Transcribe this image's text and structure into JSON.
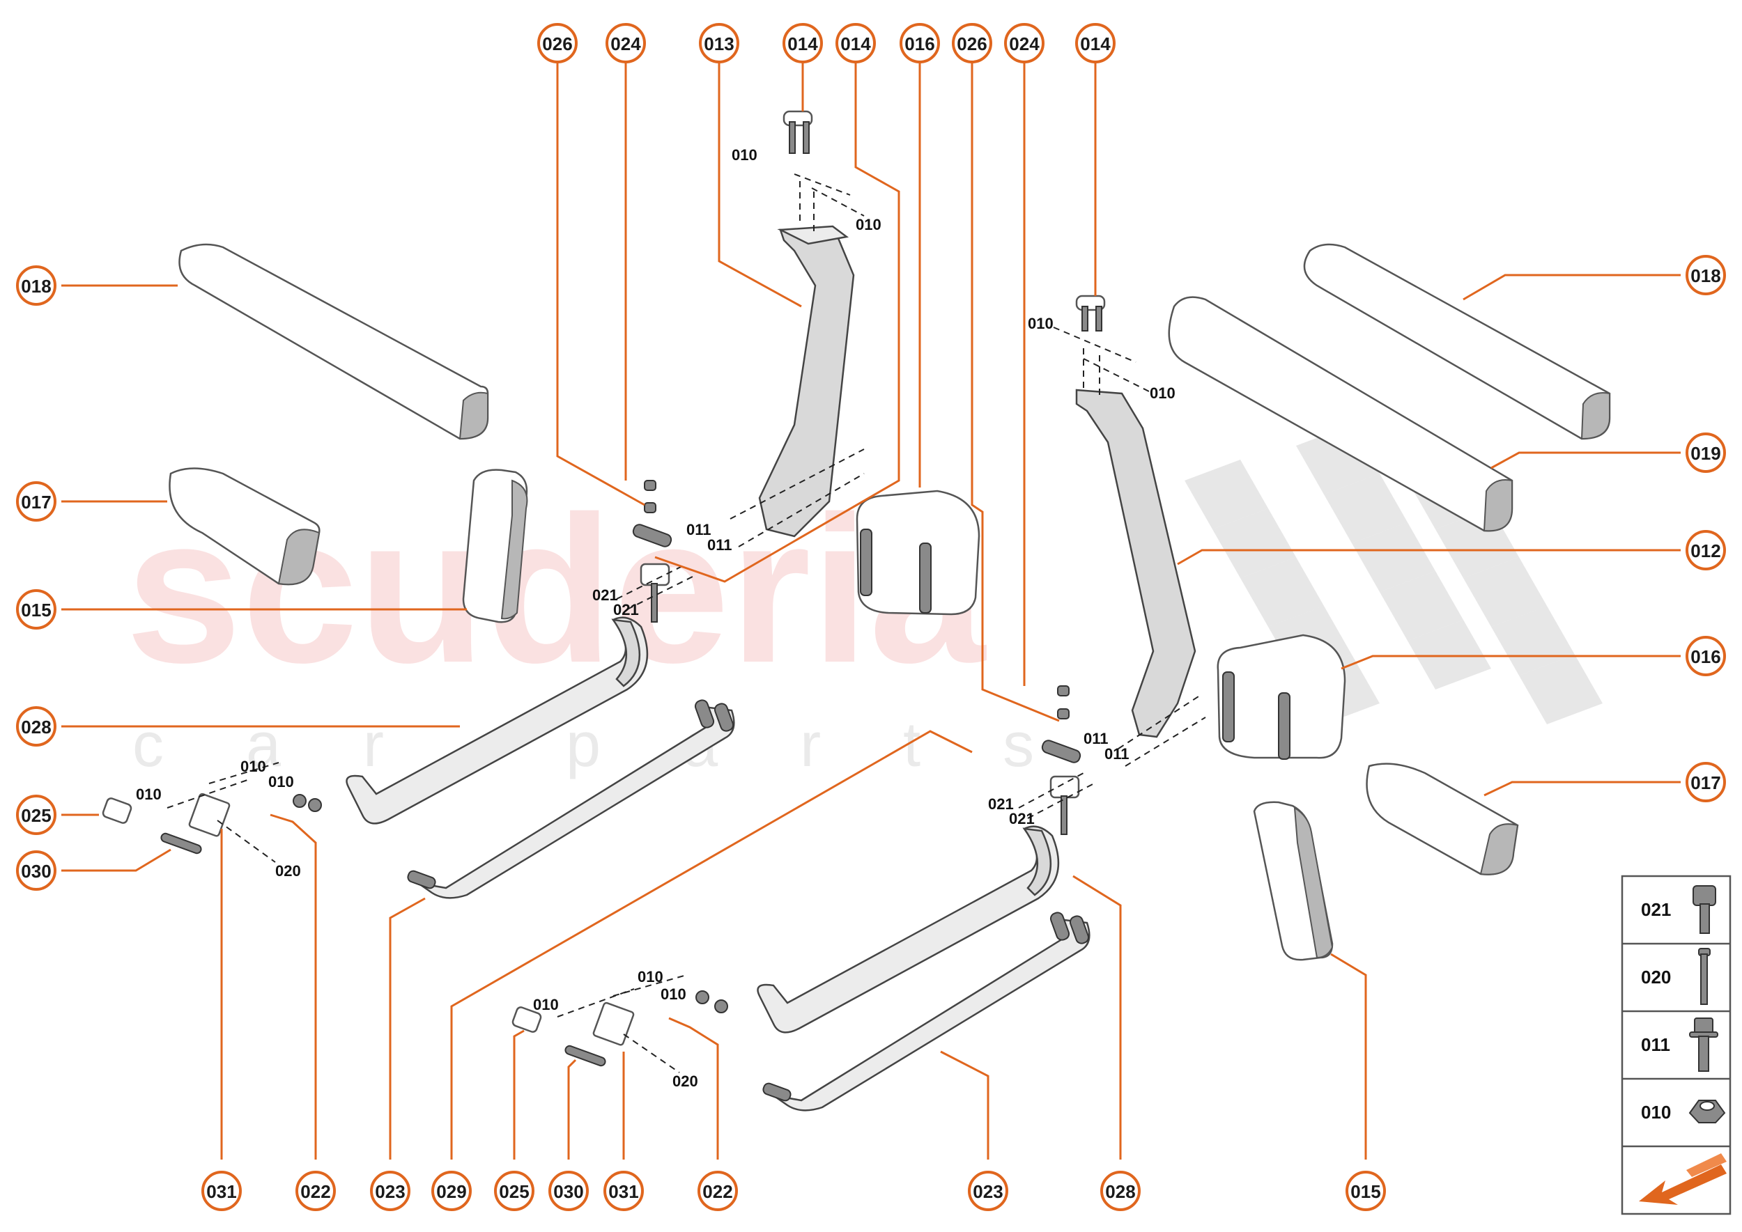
{
  "watermark": {
    "brand": "scuderia",
    "tagline": "car parts"
  },
  "colors": {
    "accent": "#e0661e",
    "part_fill": "#ffffff",
    "metal": "#8a8a8a"
  },
  "callouts": {
    "top": [
      "026",
      "024",
      "013",
      "014",
      "014",
      "016",
      "026",
      "024",
      "014"
    ],
    "left": [
      "018",
      "017",
      "015",
      "028",
      "025",
      "030"
    ],
    "right": [
      "018",
      "019",
      "012",
      "016",
      "017"
    ],
    "bottom": [
      "031",
      "022",
      "023",
      "029",
      "025",
      "030",
      "031",
      "022",
      "023",
      "028",
      "015"
    ]
  },
  "fastener_labels": {
    "upper_left": [
      "010",
      "010",
      "011",
      "011",
      "021",
      "021"
    ],
    "upper_right": [
      "010",
      "010",
      "011",
      "011",
      "021",
      "021"
    ],
    "lower_left": [
      "010",
      "010",
      "010",
      "020"
    ],
    "lower_mid": [
      "010",
      "010",
      "010",
      "020"
    ]
  },
  "legend": {
    "items": [
      {
        "code": "021",
        "icon": "socket-head-bolt-icon"
      },
      {
        "code": "020",
        "icon": "long-pin-icon"
      },
      {
        "code": "011",
        "icon": "flange-bolt-icon"
      },
      {
        "code": "010",
        "icon": "flange-nut-icon"
      }
    ],
    "direction_icon": "orange-arrow-icon"
  }
}
